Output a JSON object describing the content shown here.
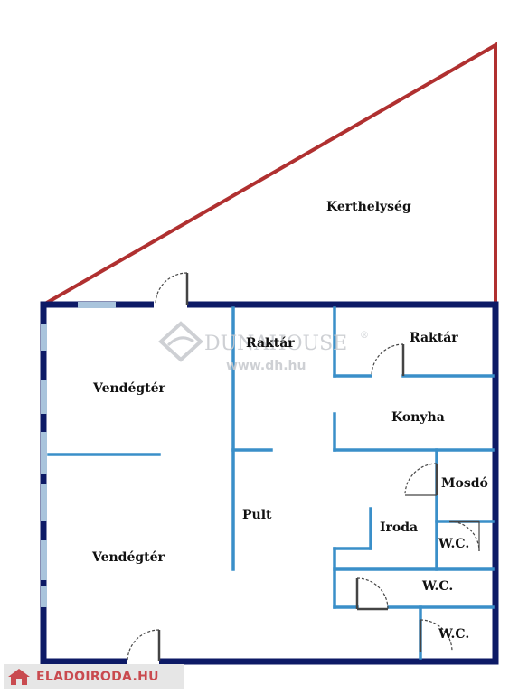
{
  "rooms": {
    "garden": "Kerthelység",
    "storage_left": "Raktár",
    "storage_right": "Raktár",
    "dining_top": "Vendégtér",
    "dining_bottom": "Vendégtér",
    "kitchen": "Konyha",
    "washroom": "Mosdó",
    "counter": "Pult",
    "office": "Iroda",
    "wc_1": "W.C.",
    "wc_2": "W.C.",
    "wc_3": "W.C."
  },
  "watermark": {
    "brand": "DUNAHOUSE",
    "url": "www.dh.hu",
    "mark": "®"
  },
  "footer": {
    "brand": "ELADOIRODA.HU"
  },
  "colors": {
    "outer_wall": "#0d1a66",
    "inner_wall": "#3a8fc9",
    "garden_outline": "#b03030",
    "window": "#a9c4dc",
    "door": "#444444",
    "footer_brand": "#c94a4f"
  }
}
